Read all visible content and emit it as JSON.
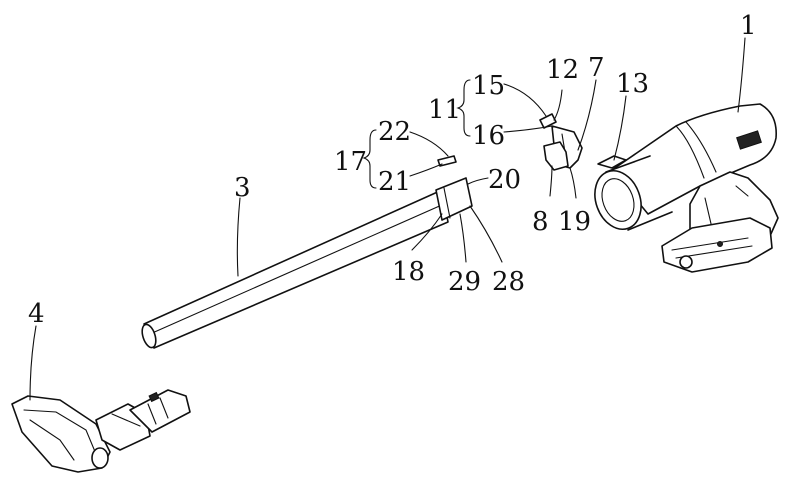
{
  "labels": {
    "l1": "1",
    "l3": "3",
    "l4": "4",
    "l7": "7",
    "l8": "8",
    "l11": "11",
    "l12": "12",
    "l13": "13",
    "l15": "15",
    "l16": "16",
    "l17": "17",
    "l18": "18",
    "l19": "19",
    "l20": "20",
    "l21": "21",
    "l22": "22",
    "l28": "28",
    "l29": "29"
  }
}
